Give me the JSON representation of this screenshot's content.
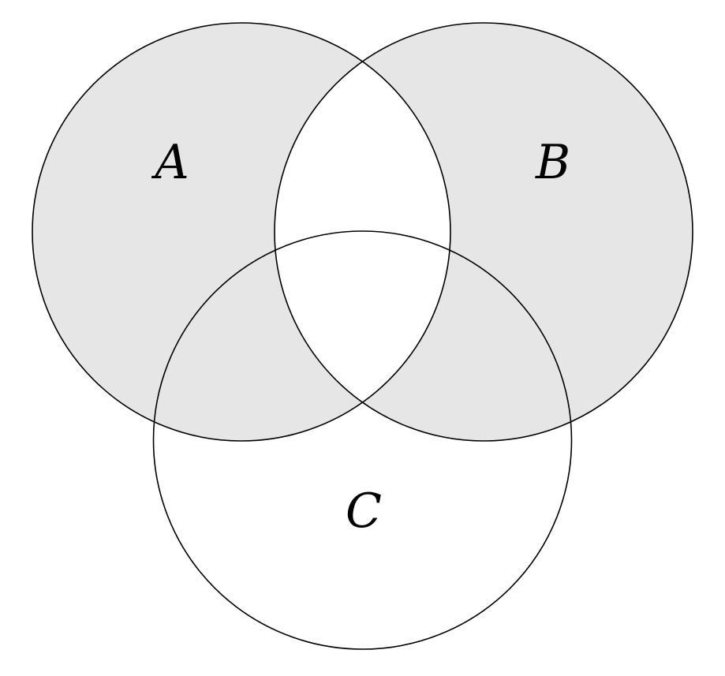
{
  "diagram": {
    "type": "venn-3-circles",
    "sets": [
      {
        "label": "A"
      },
      {
        "label": "B"
      },
      {
        "label": "C"
      }
    ],
    "shaded_regions": [
      "A only",
      "B only",
      "A and C only",
      "B and C only"
    ],
    "white_regions": [
      "A and B",
      "A and B and C",
      "C only",
      "background"
    ]
  },
  "colors": {
    "shade": "#e6e6e6",
    "stroke": "#000000",
    "label": "#000000",
    "background": "#ffffff"
  }
}
